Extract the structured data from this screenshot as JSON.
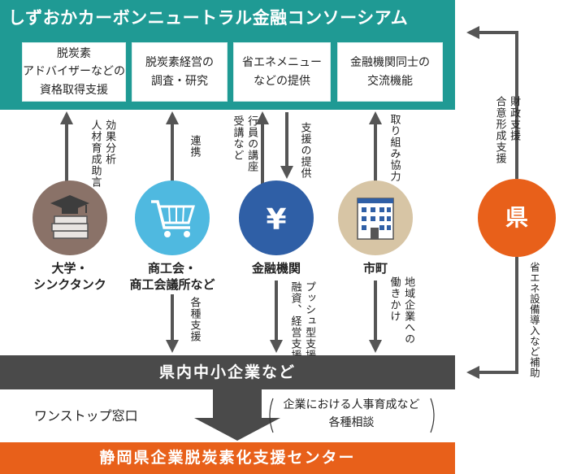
{
  "consortium": {
    "title": "しずおかカーボンニュートラル金融コンソーシアム",
    "functions": [
      {
        "label": "脱炭素\nアドバイザーなどの\n資格取得支援"
      },
      {
        "label": "脱炭素経営の\n調査・研究"
      },
      {
        "label": "省エネメニュー\nなどの提供"
      },
      {
        "label": "金融機関同士の\n交流機能"
      }
    ]
  },
  "organizations": [
    {
      "label": "大学・\nシンクタンク",
      "icon": "graduation-cap-books-icon",
      "color": "#8a7268"
    },
    {
      "label": "商工会・\n商工会議所など",
      "icon": "shopping-cart-icon",
      "color": "#4fb9e0"
    },
    {
      "label": "金融機関",
      "icon": "yen-icon",
      "color": "#2f5fa6"
    },
    {
      "label": "市町",
      "icon": "building-icon",
      "color": "#d7c5a5"
    }
  ],
  "flows": {
    "univ_to_consortium": "効果分析\n人材育成助言",
    "chamber_to_consortium": "連携",
    "bank_to_consortium": "行員の講座\n受講など",
    "consortium_to_bank": "支援の提供",
    "city_to_consortium": "取り組み協力",
    "chamber_to_sme": "各種支援",
    "bank_to_sme": "プッシュ型支援\n融資、経営支援",
    "city_to_sme": "地域企業への\n働きかけ",
    "pref_to_consortium": "財政支援\n合意形成支援",
    "pref_to_sme": "省エネ設備導入など補助"
  },
  "prefecture": {
    "label": "県"
  },
  "sme": {
    "label": "県内中小企業など"
  },
  "onestop": {
    "label": "ワンストップ窓口"
  },
  "consultation": {
    "label": "企業における人事育成など\n各種相談"
  },
  "center": {
    "label": "静岡県企業脱炭素化支援センター"
  },
  "colors": {
    "teal": "#1f9a94",
    "orange": "#e8601a",
    "dark": "#4a4a4a",
    "arrow": "#555555"
  }
}
